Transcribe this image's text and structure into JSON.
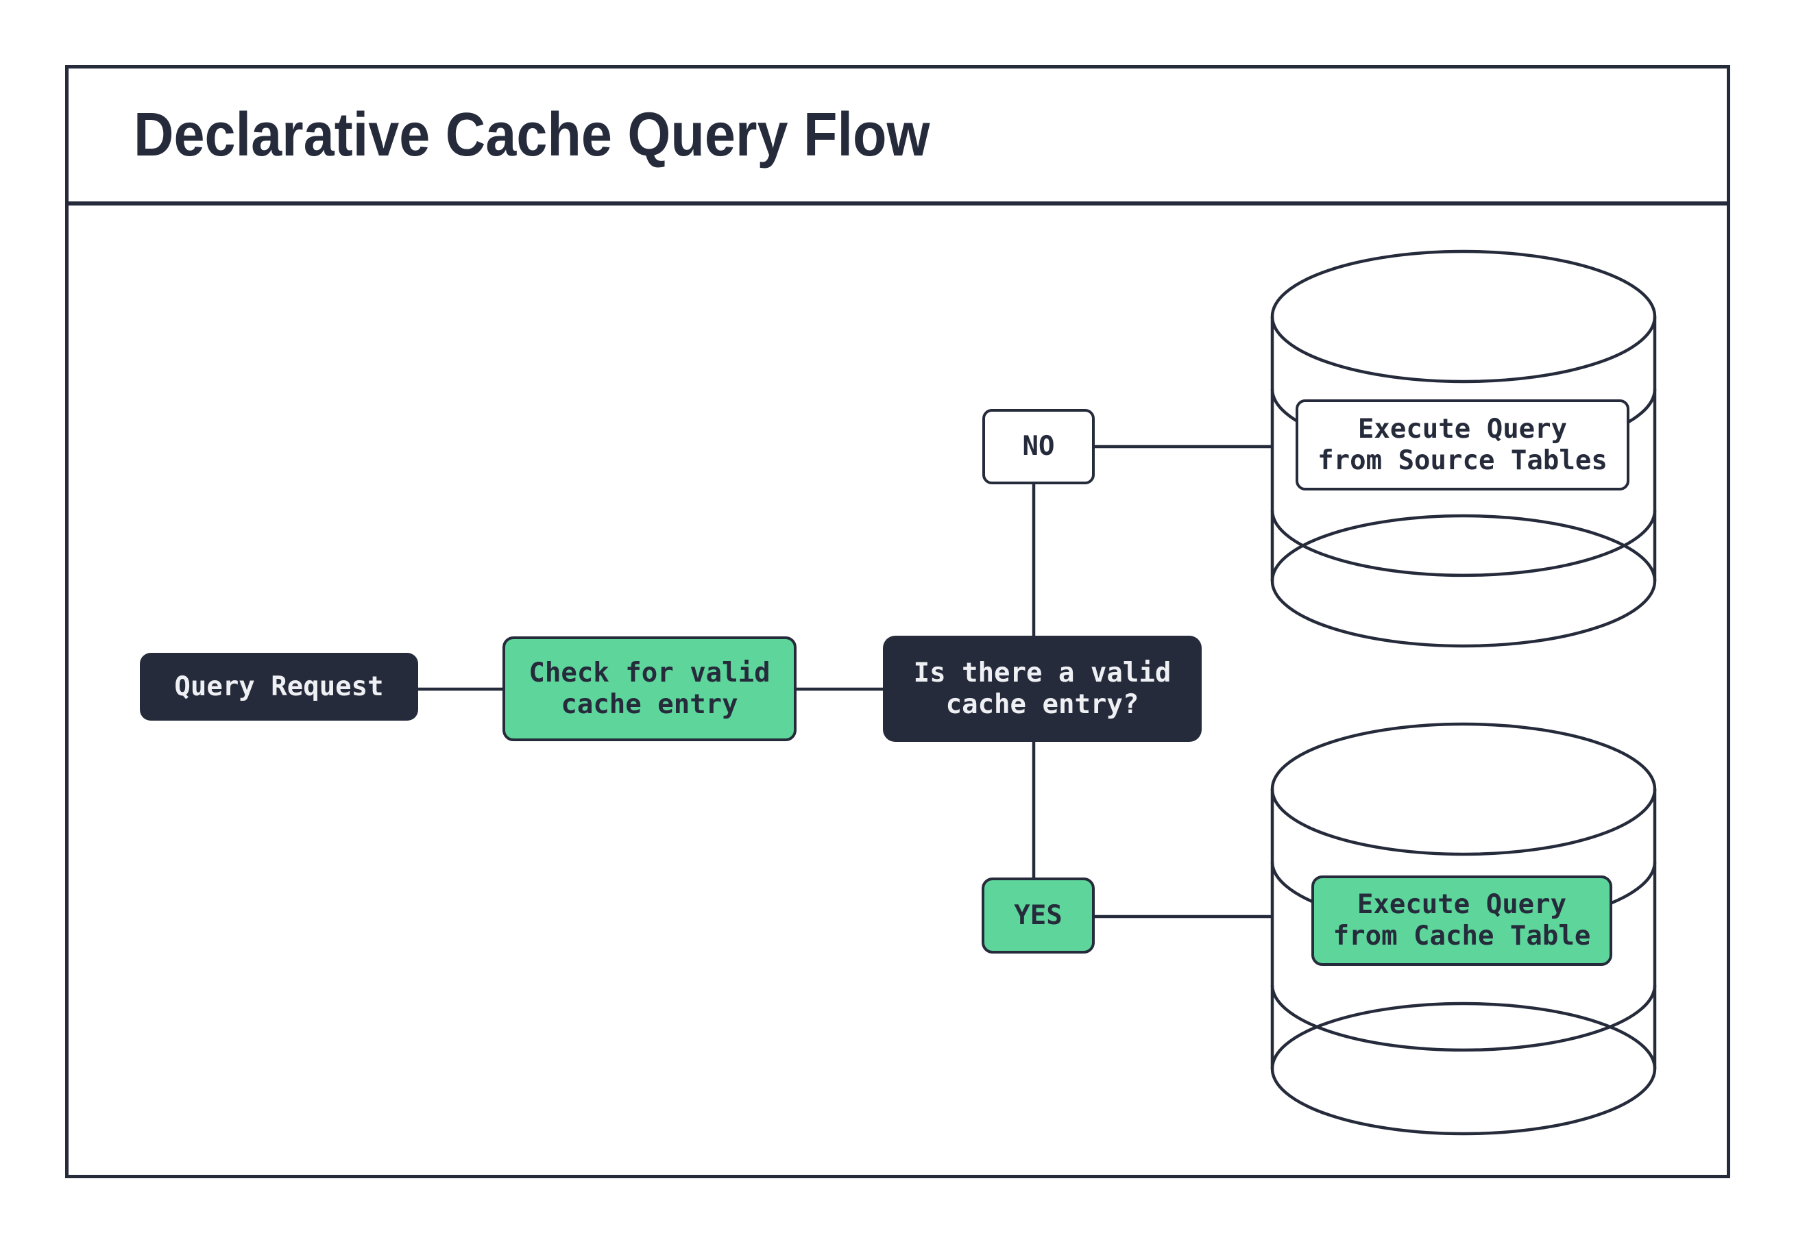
{
  "title": "Declarative Cache Query Flow",
  "colors": {
    "ink": "#262B3B",
    "green": "#5ED69B",
    "paper": "#FFFFFF",
    "light-text": "#EFF0F3"
  },
  "nodes": {
    "query_request": {
      "label": "Query Request"
    },
    "check_cache": {
      "line1": "Check for valid",
      "line2": "cache entry"
    },
    "decision": {
      "line1": "Is there a valid",
      "line2": "cache entry?"
    },
    "branch_no": {
      "label": "NO"
    },
    "branch_yes": {
      "label": "YES"
    },
    "source_db": {
      "line1": "Execute Query",
      "line2": "from Source Tables"
    },
    "cache_db": {
      "line1": "Execute Query",
      "line2": "from Cache Table"
    }
  }
}
